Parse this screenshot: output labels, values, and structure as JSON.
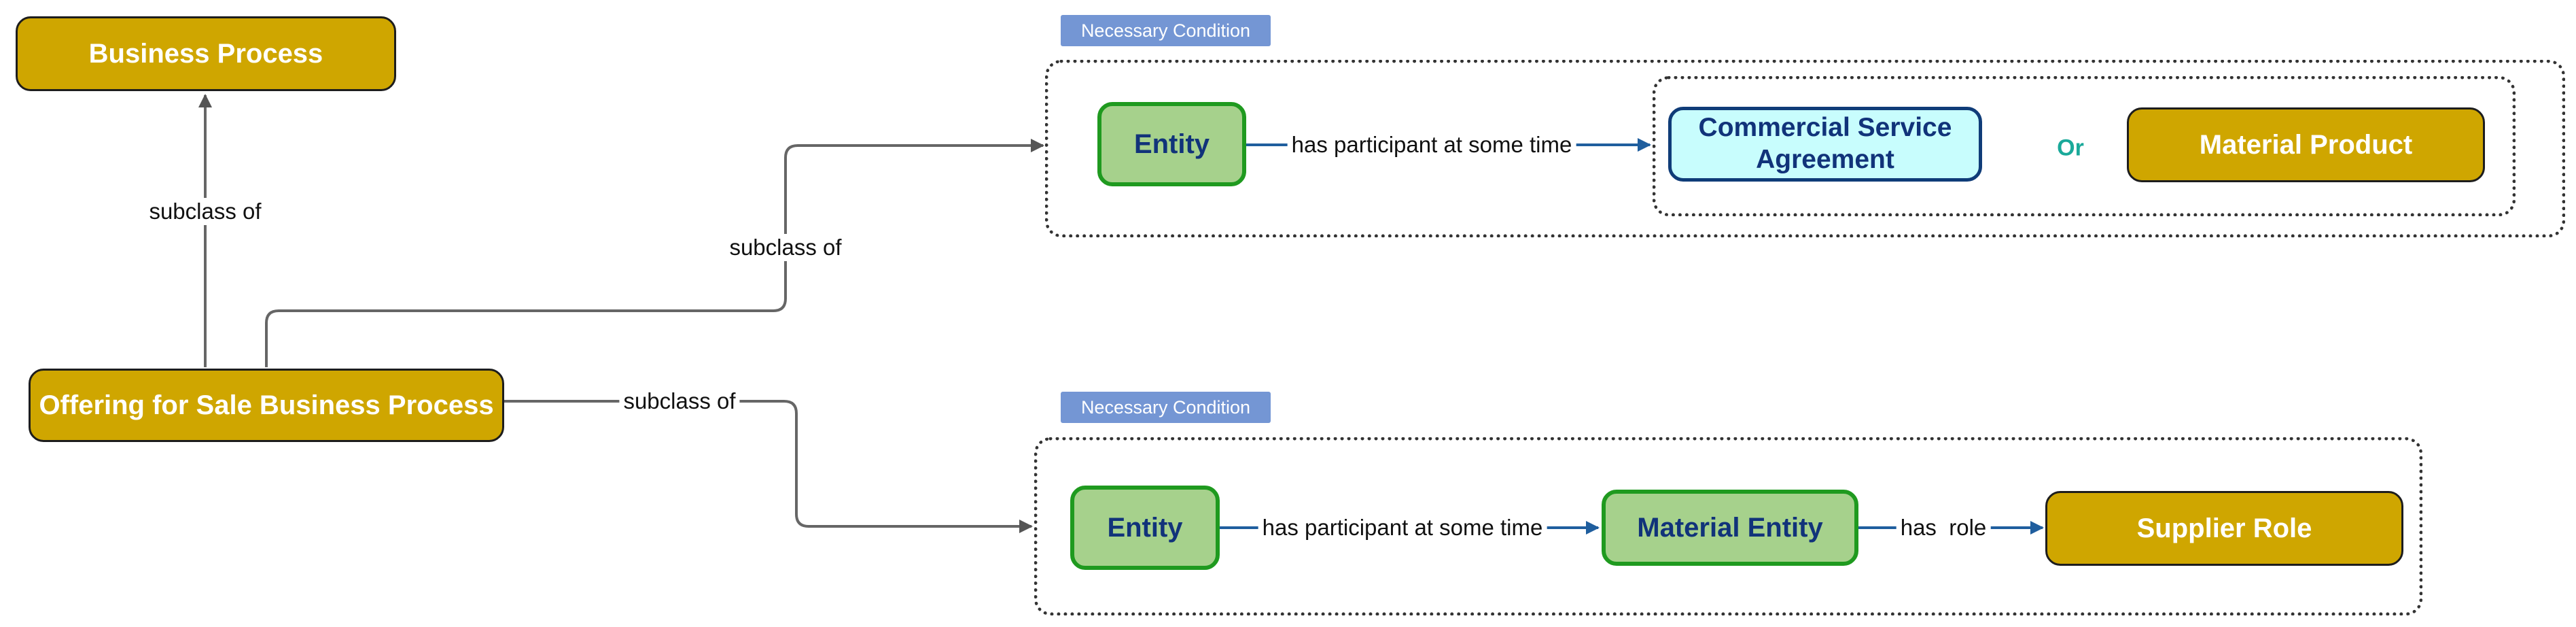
{
  "colors": {
    "gold_fill": "#cfa600",
    "green_fill": "#a6d18c",
    "green_border": "#1f9a1f",
    "cyan_fill": "#c8fdfd",
    "navy_text": "#11337a",
    "tag_fill": "#7496d4",
    "or_text": "#1aa99a",
    "grey_edge": "#666666",
    "blue_edge": "#1f5e9e"
  },
  "nodes": {
    "business_process": "Business Process",
    "offering": "Offering for Sale Business Process",
    "entity_top": "Entity",
    "commercial_service_agreement": "Commercial Service Agreement",
    "material_product": "Material Product",
    "entity_bottom": "Entity",
    "material_entity": "Material Entity",
    "supplier_role": "Supplier Role"
  },
  "groups": {
    "top_tag": "Necessary Condition",
    "bottom_tag": "Necessary Condition",
    "or_label": "Or"
  },
  "edges": {
    "subclass_up": "subclass of",
    "subclass_top": "subclass of",
    "subclass_bottom": "subclass of",
    "participant_top": "has participant at some time",
    "participant_bottom": "has participant at some time",
    "has_role": "has  role"
  }
}
